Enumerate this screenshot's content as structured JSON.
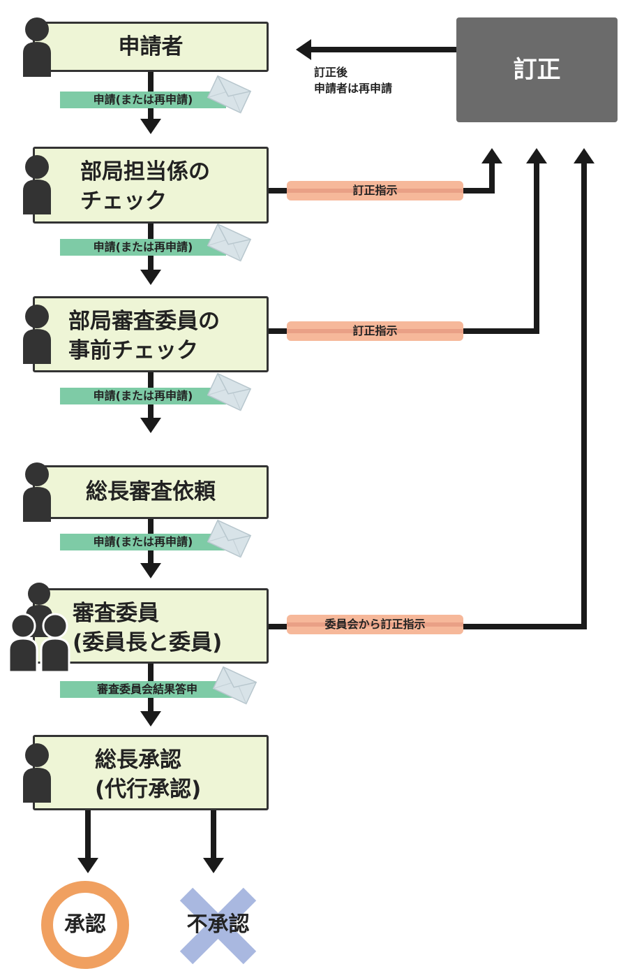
{
  "colors": {
    "stage_fill": "#eef5d6",
    "flow_label_fill": "#7ecba6",
    "correction_label_fill": "#f6b89a",
    "correction_box_fill": "#6b6b6b",
    "approve_ring": "#f0a060",
    "reject_cross": "#a9b8e0"
  },
  "stages": [
    {
      "lines": [
        "申請者"
      ],
      "icon": "person-icon"
    },
    {
      "lines": [
        "部局担当係の",
        "チェック"
      ],
      "icon": "person-icon"
    },
    {
      "lines": [
        "部局審査委員の",
        "事前チェック"
      ],
      "icon": "person-icon"
    },
    {
      "lines": [
        "総長審査依頼"
      ],
      "icon": "person-icon"
    },
    {
      "lines": [
        "審査委員",
        "(委員長と委員)"
      ],
      "icon": "group-icon"
    },
    {
      "lines": [
        "総長承認",
        "(代行承認)"
      ],
      "icon": "person-icon"
    }
  ],
  "flow_labels": [
    "申請(または再申請)",
    "申請(または再申請)",
    "申請(または再申請)",
    "申請(または再申請)",
    "審査委員会結果答申"
  ],
  "correction_labels": [
    "訂正指示",
    "訂正指示",
    "委員会から訂正指示"
  ],
  "correction_box": {
    "label": "訂正"
  },
  "correction_note": {
    "lines": [
      "訂正後",
      "申請者は再申請"
    ]
  },
  "outcomes": {
    "approve": "承認",
    "reject": "不承認"
  }
}
